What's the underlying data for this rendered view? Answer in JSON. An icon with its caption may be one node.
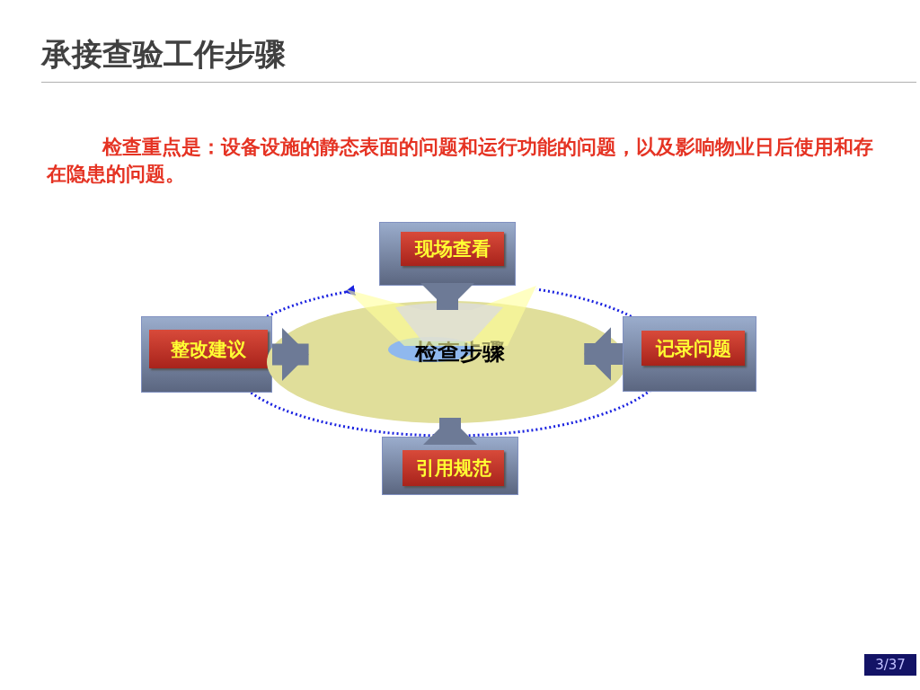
{
  "diagram": {
    "title": "承接查验工作步骤",
    "nodes": [
      {
        "text": [
          "现场查看"
        ]
      },
      {
        "text": [
          "整改建议"
        ]
      },
      {
        "text": [
          "检查步骤"
        ]
      },
      {
        "text": [
          "记录问题"
        ]
      },
      {
        "text": [
          "引用规范"
        ]
      }
    ],
    "edges": [
      {
        "from": 0,
        "to": 2,
        "arrow": "to"
      },
      {
        "from": 1,
        "to": 2,
        "arrow": "to"
      },
      {
        "from": 3,
        "to": 2,
        "arrow": "to"
      },
      {
        "from": 4,
        "to": 2,
        "arrow": "to"
      }
    ],
    "labels": [
      "检查重点是：设备设施的静态表面的问题和运行功能的问题，以及影响物业日后使用和存在隐患的问题。",
      "3/37"
    ]
  }
}
